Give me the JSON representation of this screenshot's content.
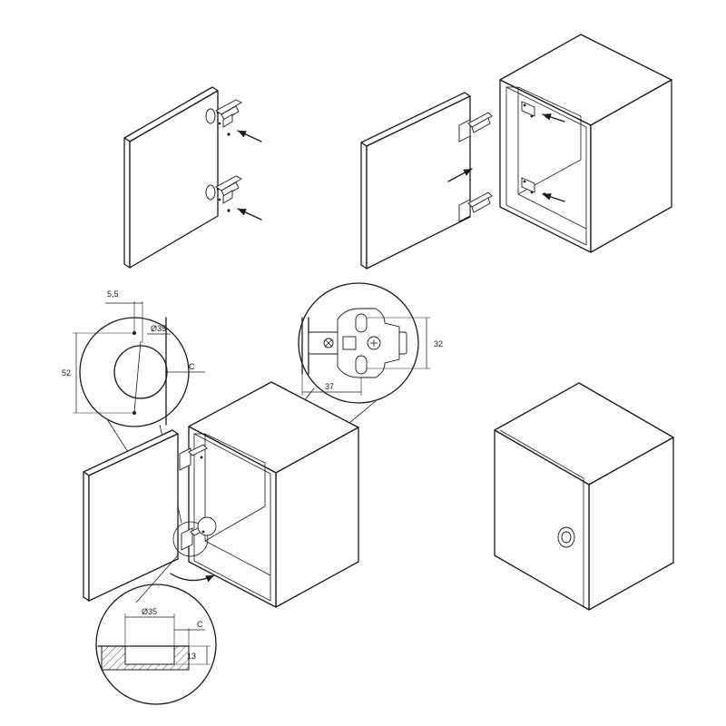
{
  "dimensions": {
    "offset_5_5": "5,5",
    "diameter_top": "Ø35",
    "clearance_top": "C",
    "height_52": "52",
    "plate_height_32": "32",
    "plate_width_37": "37",
    "diameter_bottom": "Ø35",
    "clearance_bottom": "C",
    "depth_13": "13"
  },
  "colors": {
    "line": "#1a1a1a",
    "background": "#ffffff"
  }
}
